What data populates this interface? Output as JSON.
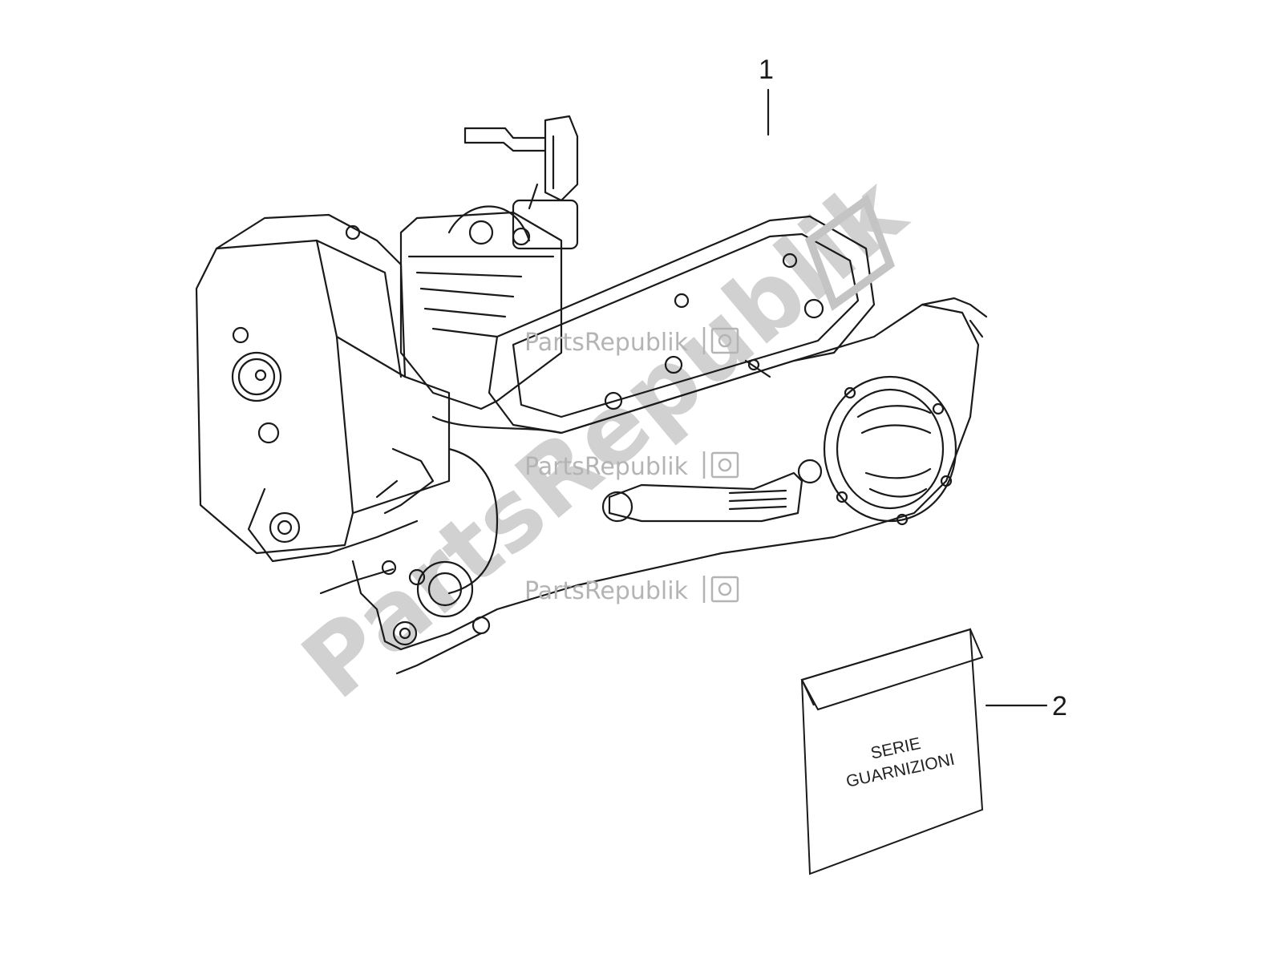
{
  "callouts": {
    "part1": "1",
    "part2": "2"
  },
  "envelope": {
    "line1": "SERIE",
    "line2": "GUARNIZIONI"
  },
  "watermark": {
    "brand": "PartsRepublik",
    "big": "PartsRepublik"
  },
  "colors": {
    "line": "#1a1a1a",
    "watermark": "#b8b8b8",
    "background": "#ffffff"
  }
}
